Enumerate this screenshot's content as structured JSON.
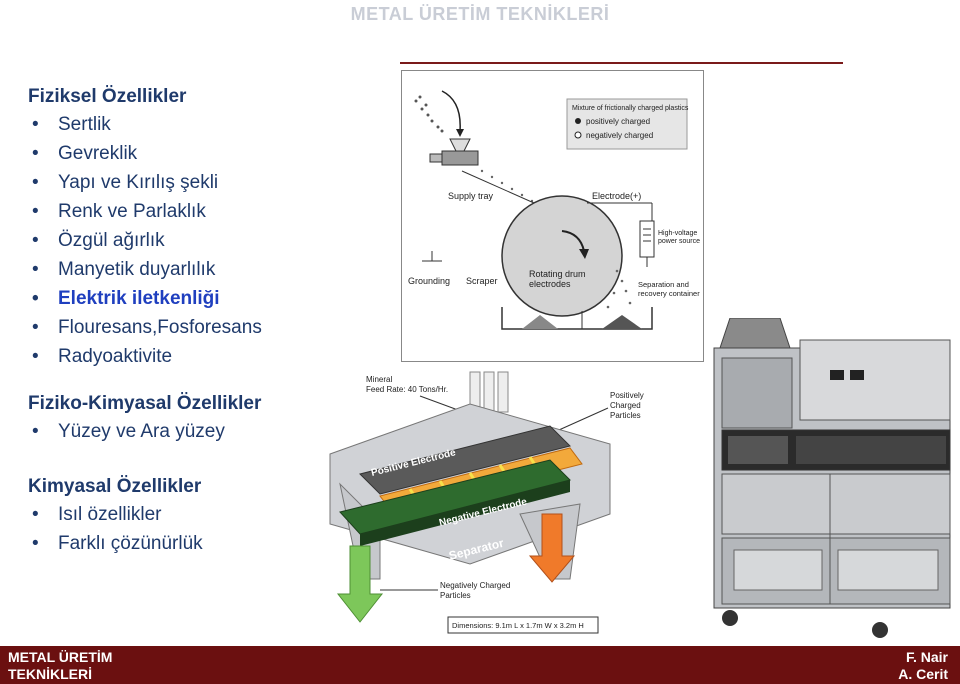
{
  "header": {
    "title": "METAL ÜRETİM TEKNİKLERİ"
  },
  "sections": [
    {
      "title": "Fiziksel Özellikler",
      "items": [
        {
          "label": "Sertlik",
          "highlight": false
        },
        {
          "label": "Gevreklik",
          "highlight": false
        },
        {
          "label": "Yapı ve Kırılış şekli",
          "highlight": false
        },
        {
          "label": "Renk ve Parlaklık",
          "highlight": false
        },
        {
          "label": "Özgül ağırlık",
          "highlight": false
        },
        {
          "label": "Manyetik duyarlılık",
          "highlight": false
        },
        {
          "label": "Elektrik iletkenliği",
          "highlight": true
        },
        {
          "label": "Flouresans,Fosforesans",
          "highlight": false
        },
        {
          "label": "Radyoaktivite",
          "highlight": false
        }
      ]
    },
    {
      "title": "Fiziko-Kimyasal Özellikler",
      "items": [
        {
          "label": "Yüzey ve Ara yüzey",
          "highlight": false
        }
      ]
    },
    {
      "title": "Kimyasal Özellikler",
      "items": [
        {
          "label": "Isıl özellikler",
          "highlight": false
        },
        {
          "label": "Farklı çözünürlük",
          "highlight": false
        }
      ]
    }
  ],
  "diagram1": {
    "legend_title": "Mixture of frictionally charged plastics",
    "legend_pos": "positively charged",
    "legend_neg": "negatively charged",
    "supply_tray": "Supply tray",
    "electrode": "Electrode(+)",
    "hv1": "High-voltage",
    "hv2": "power source",
    "grounding": "Grounding",
    "scraper": "Scraper",
    "drum1": "Rotating drum",
    "drum2": "electrodes",
    "sep1": "Separation and",
    "sep2": "recovery container"
  },
  "diagram2": {
    "mineral1": "Mineral",
    "mineral2": "Feed Rate: 40 Tons/Hr.",
    "pos1": "Positively",
    "pos2": "Charged",
    "pos3": "Particles",
    "pos_electrode": "Positive Electrode",
    "neg_electrode": "Negative Electrode",
    "separator": "Separator",
    "neg1": "Negatively Charged",
    "neg2": "Particles",
    "dimensions": "Dimensions: 9.1m L x 1.7m W x 3.2m H"
  },
  "footer": {
    "left": "METAL ÜRETİM TEKNİKLERİ",
    "author1": "F. Nair",
    "author2": "A. Cerit"
  },
  "colors": {
    "footer_bg": "#6b1010",
    "text": "#1f3a6b",
    "highlight": "#1f3fbf",
    "header": "#c9cdd6"
  }
}
